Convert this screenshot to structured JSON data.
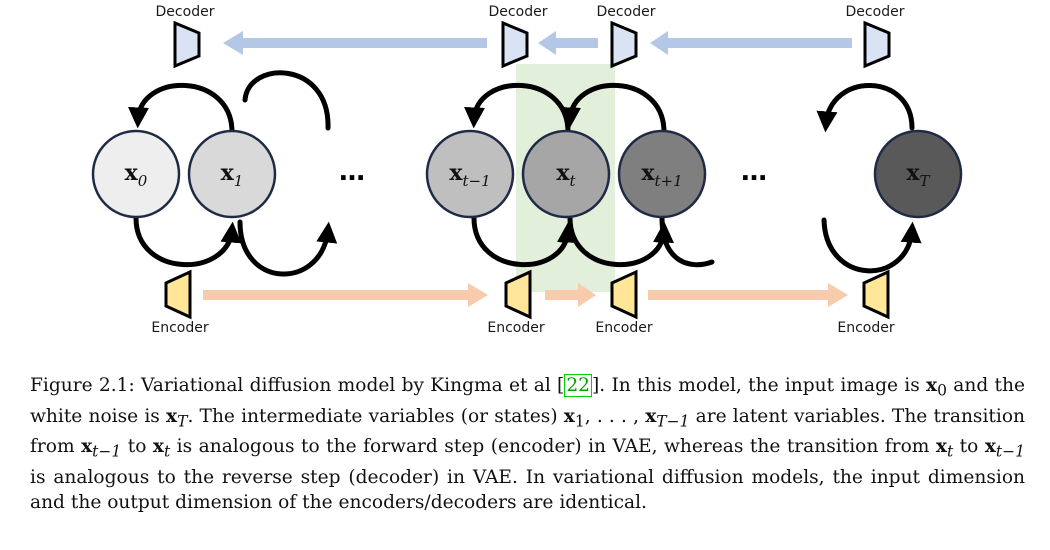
{
  "figure": {
    "decoder_label": "Decoder",
    "encoder_label": "Encoder",
    "ellipsis": "…",
    "nodes": [
      {
        "base": "x",
        "sub": "0",
        "fill": "#eeeeee",
        "text_color": "#111111"
      },
      {
        "base": "x",
        "sub": "1",
        "fill": "#d9d9d9",
        "text_color": "#111111"
      },
      {
        "base": "x",
        "sub": "t−1",
        "fill": "#bfbfbf",
        "text_color": "#111111"
      },
      {
        "base": "x",
        "sub": "t",
        "fill": "#a6a6a6",
        "text_color": "#111111"
      },
      {
        "base": "x",
        "sub": "t+1",
        "fill": "#7f7f7f",
        "text_color": "#111111"
      },
      {
        "base": "x",
        "sub": "T",
        "fill": "#595959",
        "text_color": "#111111"
      }
    ],
    "colors": {
      "decoder_fill": "#dae3f3",
      "encoder_fill": "#ffe699",
      "decoder_arrow": "#b4c7e7",
      "encoder_arrow": "#f8cbad",
      "highlight": "#e2efda",
      "node_stroke": "#1f2a44"
    }
  },
  "caption": {
    "lead": "Figure 2.1: Variational diffusion model by Kingma et al ",
    "ref": "22",
    "p1": ". In this model, the input image is ",
    "x0": "x",
    "x0_sub": "0",
    "p2": " and the white noise is ",
    "xT": "x",
    "xT_sub": "T",
    "p3": ". The intermediate variables (or states) ",
    "x1": "x",
    "x1_sub": "1",
    "p4": ", . . . , ",
    "xTm1": "x",
    "xTm1_sub": "T−1",
    "p5": " are latent variables. The transition from ",
    "a1": "x",
    "a1_sub": "t−1",
    "p6": " to ",
    "a2": "x",
    "a2_sub": "t",
    "p7": " is analogous to the forward step (encoder) in VAE, whereas the transition from ",
    "b1": "x",
    "b1_sub": "t",
    "p8": " to ",
    "b2": "x",
    "b2_sub": "t−1",
    "p9": " is analogous to the reverse step (decoder) in VAE. In variational diffusion models, the input dimension and the output dimension of the encoders/decoders are identical."
  }
}
